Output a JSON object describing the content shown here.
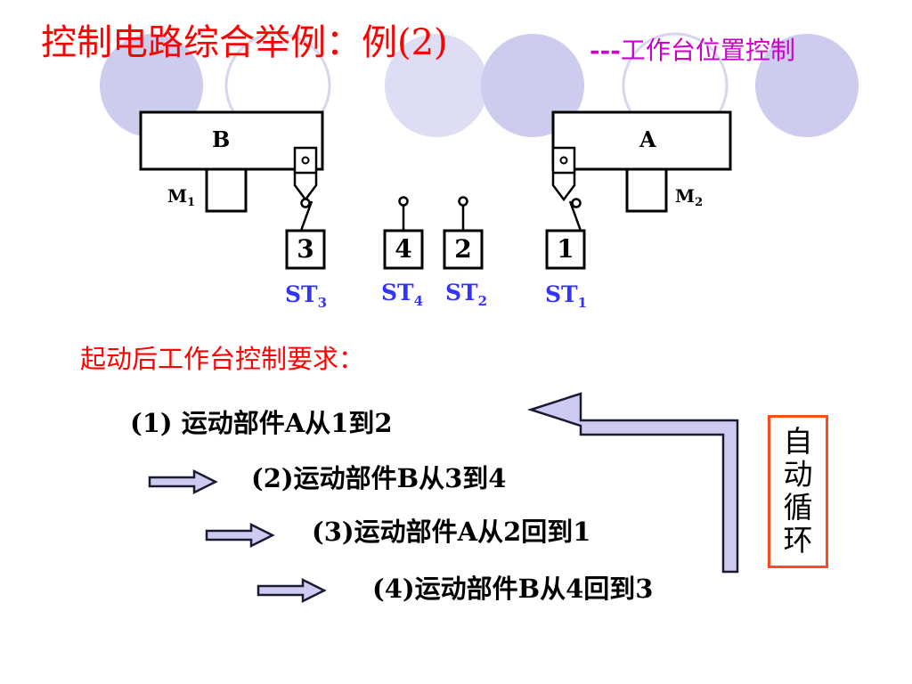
{
  "title": "控制电路综合举例：例(2)",
  "subtitle_dashes": "---",
  "subtitle_text": "工作台位置控制",
  "diagram": {
    "table_left_label": "B",
    "table_right_label": "A",
    "motor_left": {
      "main": "M",
      "sub": "1"
    },
    "motor_right": {
      "main": "M",
      "sub": "2"
    },
    "switches": [
      {
        "number": "3",
        "label_main": "ST",
        "label_sub": "3"
      },
      {
        "number": "4",
        "label_main": "ST",
        "label_sub": "4"
      },
      {
        "number": "2",
        "label_main": "ST",
        "label_sub": "2"
      },
      {
        "number": "1",
        "label_main": "ST",
        "label_sub": "1"
      }
    ]
  },
  "requirements_title": "起动后工作台控制要求：",
  "steps": [
    "(1) 运动部件A从1到2",
    "(2)运动部件B从3到4",
    "(3)运动部件A从2回到1",
    "(4)运动部件B从4回到3"
  ],
  "auto_cycle": [
    "自",
    "动",
    "循",
    "环"
  ],
  "colors": {
    "title": "#ff0000",
    "subtitle": "#cc00cc",
    "switch_label": "#3333ff",
    "arrow_fill": "#ccccf2",
    "arrow_stroke": "#1a1a33",
    "auto_box_border": "#ff4d1a",
    "deco_circle": "#ccccee"
  }
}
